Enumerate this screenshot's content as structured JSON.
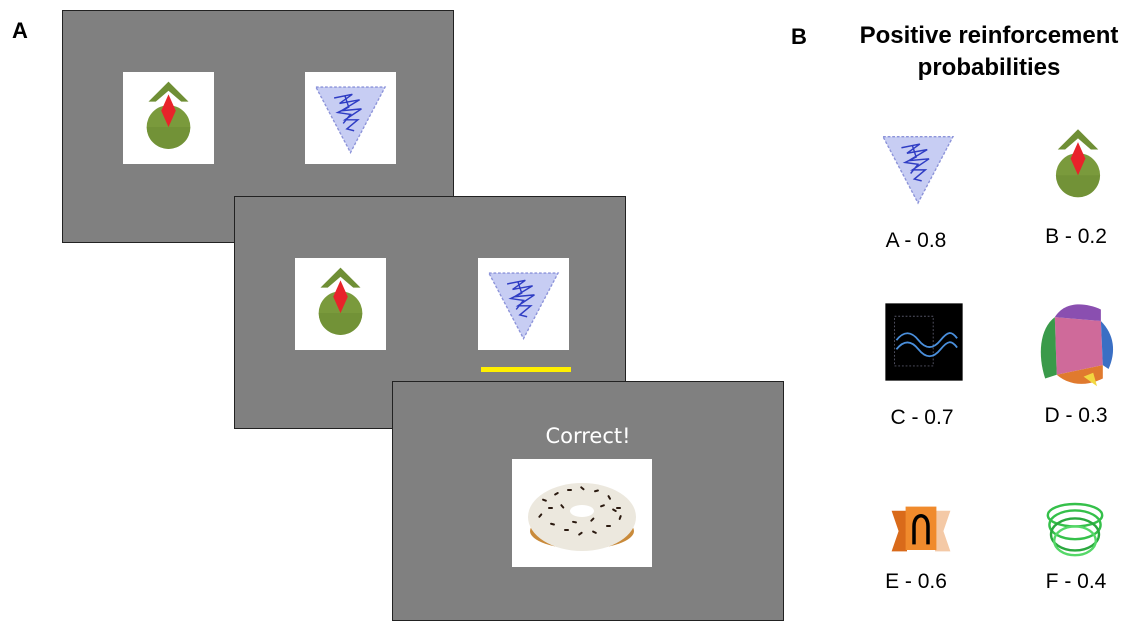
{
  "panel_a": {
    "letter": "A",
    "screens": [
      {
        "stimuli": [
          "B",
          "A"
        ],
        "highlighted": null
      },
      {
        "stimuli": [
          "B",
          "A"
        ],
        "highlighted": "A"
      },
      {
        "feedback": "Correct!",
        "reward": "donut"
      }
    ],
    "highlight_color": "#ffef00",
    "screen_color": "#808080"
  },
  "panel_b": {
    "letter": "B",
    "title_line1": "Positive reinforcement",
    "title_line2": "probabilities",
    "items": [
      {
        "label": "A - 0.8",
        "icon": "triangle-scribble-icon"
      },
      {
        "label": "B - 0.2",
        "icon": "green-drop-arrow-icon"
      },
      {
        "label": "C - 0.7",
        "icon": "black-wave-square-icon"
      },
      {
        "label": "D - 0.3",
        "icon": "colorful-pinwheel-icon"
      },
      {
        "label": "E - 0.6",
        "icon": "orange-ribbon-icon"
      },
      {
        "label": "F - 0.4",
        "icon": "green-rings-icon"
      }
    ]
  }
}
